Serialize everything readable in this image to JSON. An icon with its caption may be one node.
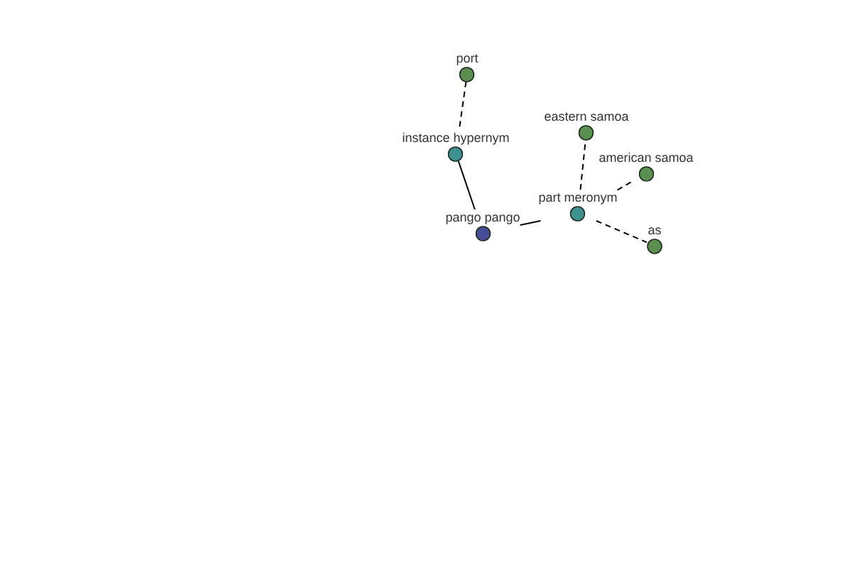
{
  "diagram": {
    "nodes": [
      {
        "text": [
          "port"
        ]
      },
      {
        "text": [
          "eastern samoa"
        ]
      },
      {
        "text": [
          "instance hypernym"
        ]
      },
      {
        "text": [
          "american samoa"
        ]
      },
      {
        "text": [
          "part meronym"
        ]
      },
      {
        "text": [
          "pango pango"
        ]
      },
      {
        "text": [
          "as"
        ]
      }
    ],
    "edges": [
      {
        "from": 0,
        "to": 2,
        "arrow": "none",
        "style": "dashed"
      },
      {
        "from": 2,
        "to": 5,
        "arrow": "none"
      },
      {
        "from": 5,
        "to": 4,
        "arrow": "none"
      },
      {
        "from": 4,
        "to": 1,
        "arrow": "none",
        "style": "dashed"
      },
      {
        "from": 4,
        "to": 3,
        "arrow": "none",
        "style": "dashed"
      },
      {
        "from": 4,
        "to": 6,
        "arrow": "none",
        "style": "dashed"
      }
    ]
  }
}
